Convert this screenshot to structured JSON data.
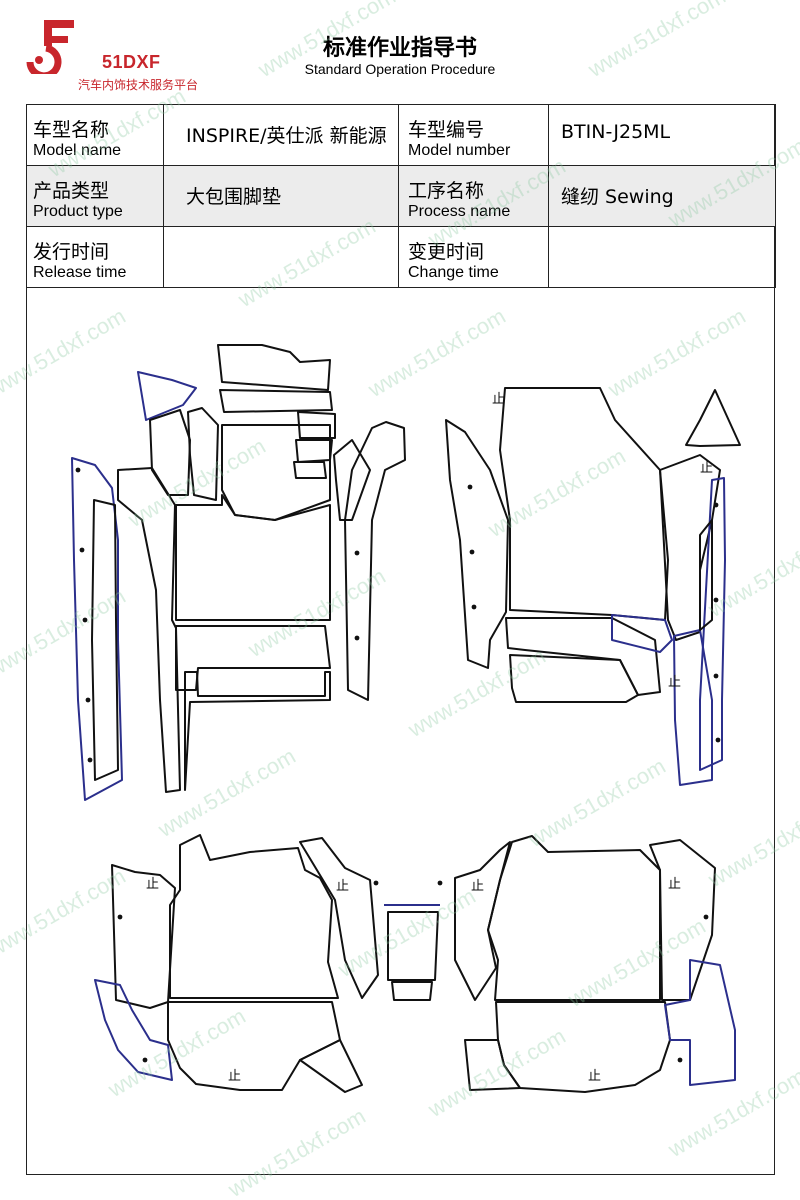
{
  "logo": {
    "brand": "51DXF",
    "tagline": "汽车内饰技术服务平台"
  },
  "header": {
    "title": "标准作业指导书",
    "subtitle": "Standard Operation Procedure"
  },
  "info": {
    "model_name": {
      "label_cn": "车型名称",
      "label_en": "Model name",
      "value": "INSPIRE/英仕派 新能源"
    },
    "model_number": {
      "label_cn": "车型编号",
      "label_en": "Model number",
      "value": "BTIN-J25ML"
    },
    "product_type": {
      "label_cn": "产品类型",
      "label_en": "Product type",
      "value": "大包围脚垫"
    },
    "process_name": {
      "label_cn": "工序名称",
      "label_en": "Process name",
      "value": "缝纫 Sewing"
    },
    "release_time": {
      "label_cn": "发行时间",
      "label_en": "Release time",
      "value": ""
    },
    "change_time": {
      "label_cn": "变更时间",
      "label_en": "Change time",
      "value": ""
    }
  },
  "watermark": "www.51dxf.com",
  "drawing": {
    "stop_mark": "止"
  },
  "colors": {
    "brand": "#c8262c",
    "outline_edge": "#2b2f8c",
    "outline": "#111111"
  }
}
